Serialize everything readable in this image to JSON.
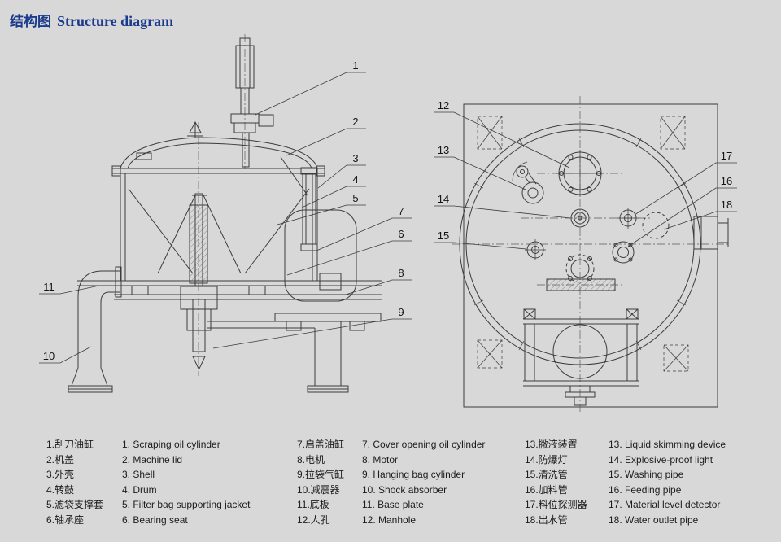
{
  "title": {
    "cn": "结构图",
    "en": "Structure diagram"
  },
  "colors": {
    "background": "#d8d8d8",
    "title_blue": "#1b3a8e",
    "drawing_line": "#3c3c3c",
    "text": "#1c1c1c"
  },
  "callouts": {
    "c1": "1",
    "c2": "2",
    "c3": "3",
    "c4": "4",
    "c5": "5",
    "c6": "6",
    "c7": "7",
    "c8": "8",
    "c9": "9",
    "c10": "10",
    "c11": "11",
    "c12": "12",
    "c13": "13",
    "c14": "14",
    "c15": "15",
    "c16": "16",
    "c17": "17",
    "c18": "18"
  },
  "legend": {
    "columns": [
      {
        "cn": [
          "1.刮刀油缸",
          "2.机盖",
          "3.外壳",
          "4.转鼓",
          "5.滤袋支撑套",
          "6.轴承座"
        ],
        "en": [
          "1. Scraping oil cylinder",
          "2. Machine lid",
          "3. Shell",
          "4. Drum",
          "5. Filter bag supporting jacket",
          "6. Bearing seat"
        ]
      },
      {
        "cn": [
          "7.启盖油缸",
          "8.电机",
          "9.拉袋气缸",
          "10.减震器",
          "11.底板",
          "12.人孔"
        ],
        "en": [
          "7. Cover opening oil cylinder",
          "8. Motor",
          "9. Hanging bag cylinder",
          "10. Shock absorber",
          "11. Base plate",
          "12. Manhole"
        ]
      },
      {
        "cn": [
          "13.撇液装置",
          "14.防爆灯",
          "15.清洗管",
          "16.加料管",
          "17.料位探测器",
          "18.出水管"
        ],
        "en": [
          "13. Liquid skimming device",
          "14. Explosive-proof light",
          "15. Washing pipe",
          "16. Feeding pipe",
          "17. Material level detector",
          "18. Water outlet pipe"
        ]
      }
    ]
  }
}
